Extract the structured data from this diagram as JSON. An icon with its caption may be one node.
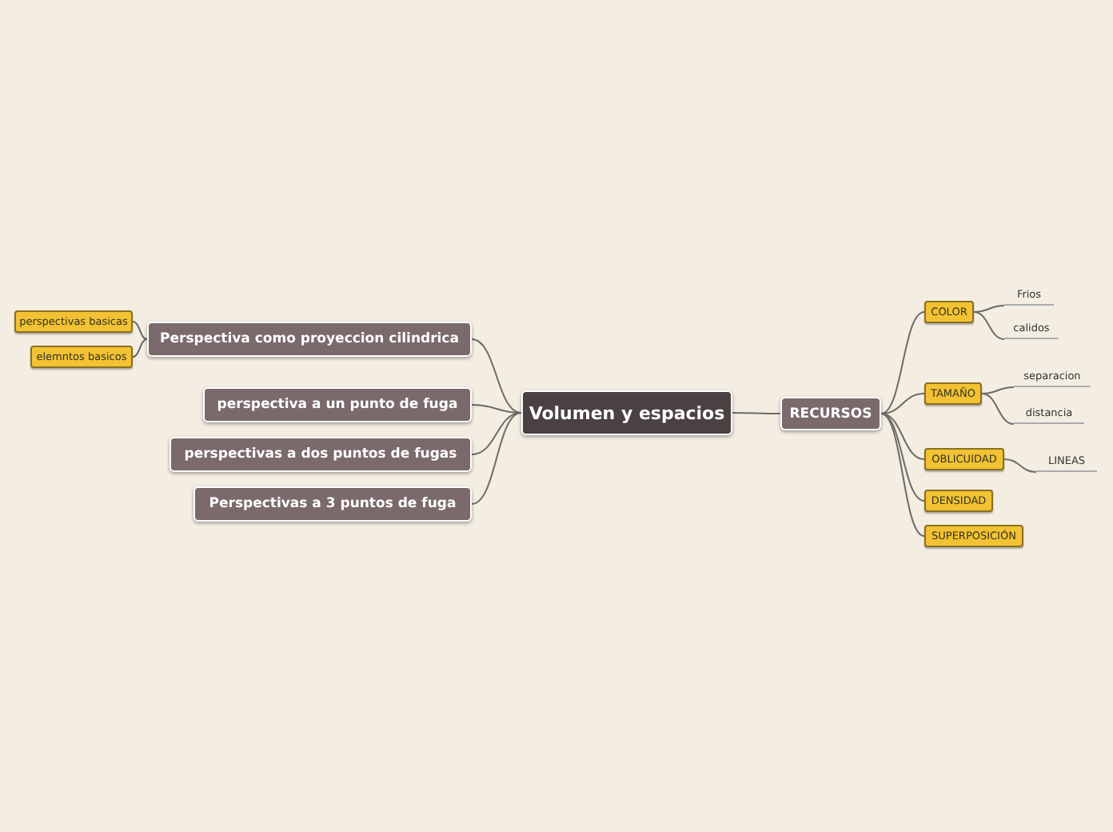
{
  "diagram": {
    "nodes": [
      {
        "text": [
          "Volumen y espacios"
        ]
      },
      {
        "text": [
          "Perspectiva como proyeccion cilindrica"
        ]
      },
      {
        "text": [
          "perspectivas basicas"
        ]
      },
      {
        "text": [
          "elemntos basicos"
        ]
      },
      {
        "text": [
          "perspectiva a un punto de fuga"
        ]
      },
      {
        "text": [
          "perspectivas a dos puntos de fugas"
        ]
      },
      {
        "text": [
          "Perspectivas a 3 puntos de fuga"
        ]
      },
      {
        "text": [
          "RECURSOS"
        ]
      },
      {
        "text": [
          "COLOR"
        ]
      },
      {
        "text": [
          "Frios"
        ]
      },
      {
        "text": [
          "calidos"
        ]
      },
      {
        "text": [
          "TAMAÑO"
        ]
      },
      {
        "text": [
          "separacion"
        ]
      },
      {
        "text": [
          "distancia"
        ]
      },
      {
        "text": [
          "OBLICUIDAD"
        ]
      },
      {
        "text": [
          "LINEAS"
        ]
      },
      {
        "text": [
          "DENSIDAD"
        ]
      },
      {
        "text": [
          "SUPERPOSICIÓN"
        ]
      }
    ],
    "edges": [
      {
        "from": 0,
        "to": 1,
        "arrow": "none"
      },
      {
        "from": 1,
        "to": 2,
        "arrow": "none"
      },
      {
        "from": 1,
        "to": 3,
        "arrow": "none"
      },
      {
        "from": 0,
        "to": 4,
        "arrow": "none"
      },
      {
        "from": 0,
        "to": 5,
        "arrow": "none"
      },
      {
        "from": 0,
        "to": 6,
        "arrow": "none"
      },
      {
        "from": 0,
        "to": 7,
        "arrow": "none"
      },
      {
        "from": 7,
        "to": 8,
        "arrow": "none"
      },
      {
        "from": 8,
        "to": 9,
        "arrow": "none"
      },
      {
        "from": 8,
        "to": 10,
        "arrow": "none"
      },
      {
        "from": 7,
        "to": 11,
        "arrow": "none"
      },
      {
        "from": 11,
        "to": 12,
        "arrow": "none"
      },
      {
        "from": 11,
        "to": 13,
        "arrow": "none"
      },
      {
        "from": 7,
        "to": 14,
        "arrow": "none"
      },
      {
        "from": 14,
        "to": 15,
        "arrow": "none"
      },
      {
        "from": 7,
        "to": 16,
        "arrow": "none"
      },
      {
        "from": 7,
        "to": 17,
        "arrow": "none"
      }
    ]
  }
}
